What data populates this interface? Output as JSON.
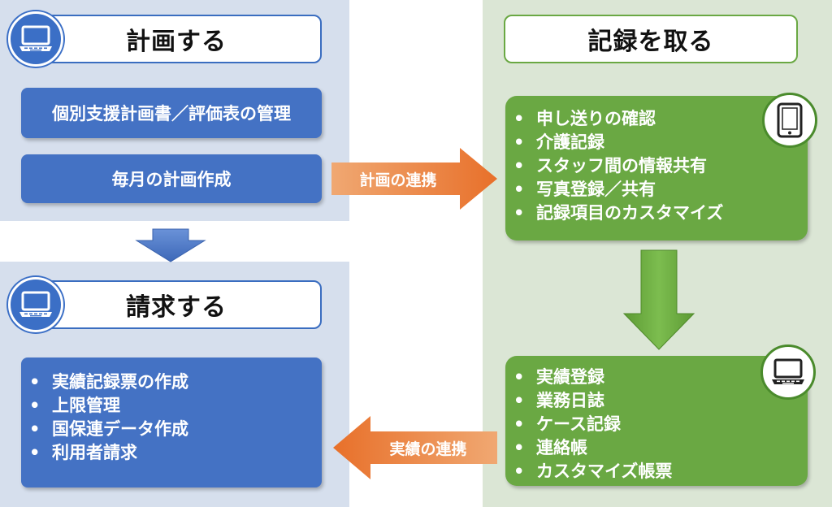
{
  "plan": {
    "title": "計画する",
    "items": [
      "個別支援計画書／評価表の管理",
      "毎月の計画作成"
    ]
  },
  "record": {
    "title": "記録を取る",
    "box1_items": [
      "申し送りの確認",
      "介護記録",
      "スタッフ間の情報共有",
      "写真登録／共有",
      "記録項目のカスタマイズ"
    ],
    "box2_items": [
      "実績登録",
      "業務日誌",
      "ケース記録",
      "連絡帳",
      "カスタマイズ帳票"
    ]
  },
  "bill": {
    "title": "請求する",
    "items": [
      "実績記録票の作成",
      "上限管理",
      "国保連データ作成",
      "利用者請求"
    ]
  },
  "arrows": {
    "plan_link": "計画の連携",
    "actual_link": "実績の連携"
  },
  "icons": {
    "plan": "laptop-icon",
    "bill": "laptop-icon",
    "record_top": "tablet-icon",
    "record_bottom": "laptop-icon"
  },
  "colors": {
    "blue_panel": "#d6dfed",
    "green_panel": "#dbe6d5",
    "blue_box": "#4472c4",
    "green_box": "#6aa843",
    "orange_arrow": "#ed7d31"
  }
}
